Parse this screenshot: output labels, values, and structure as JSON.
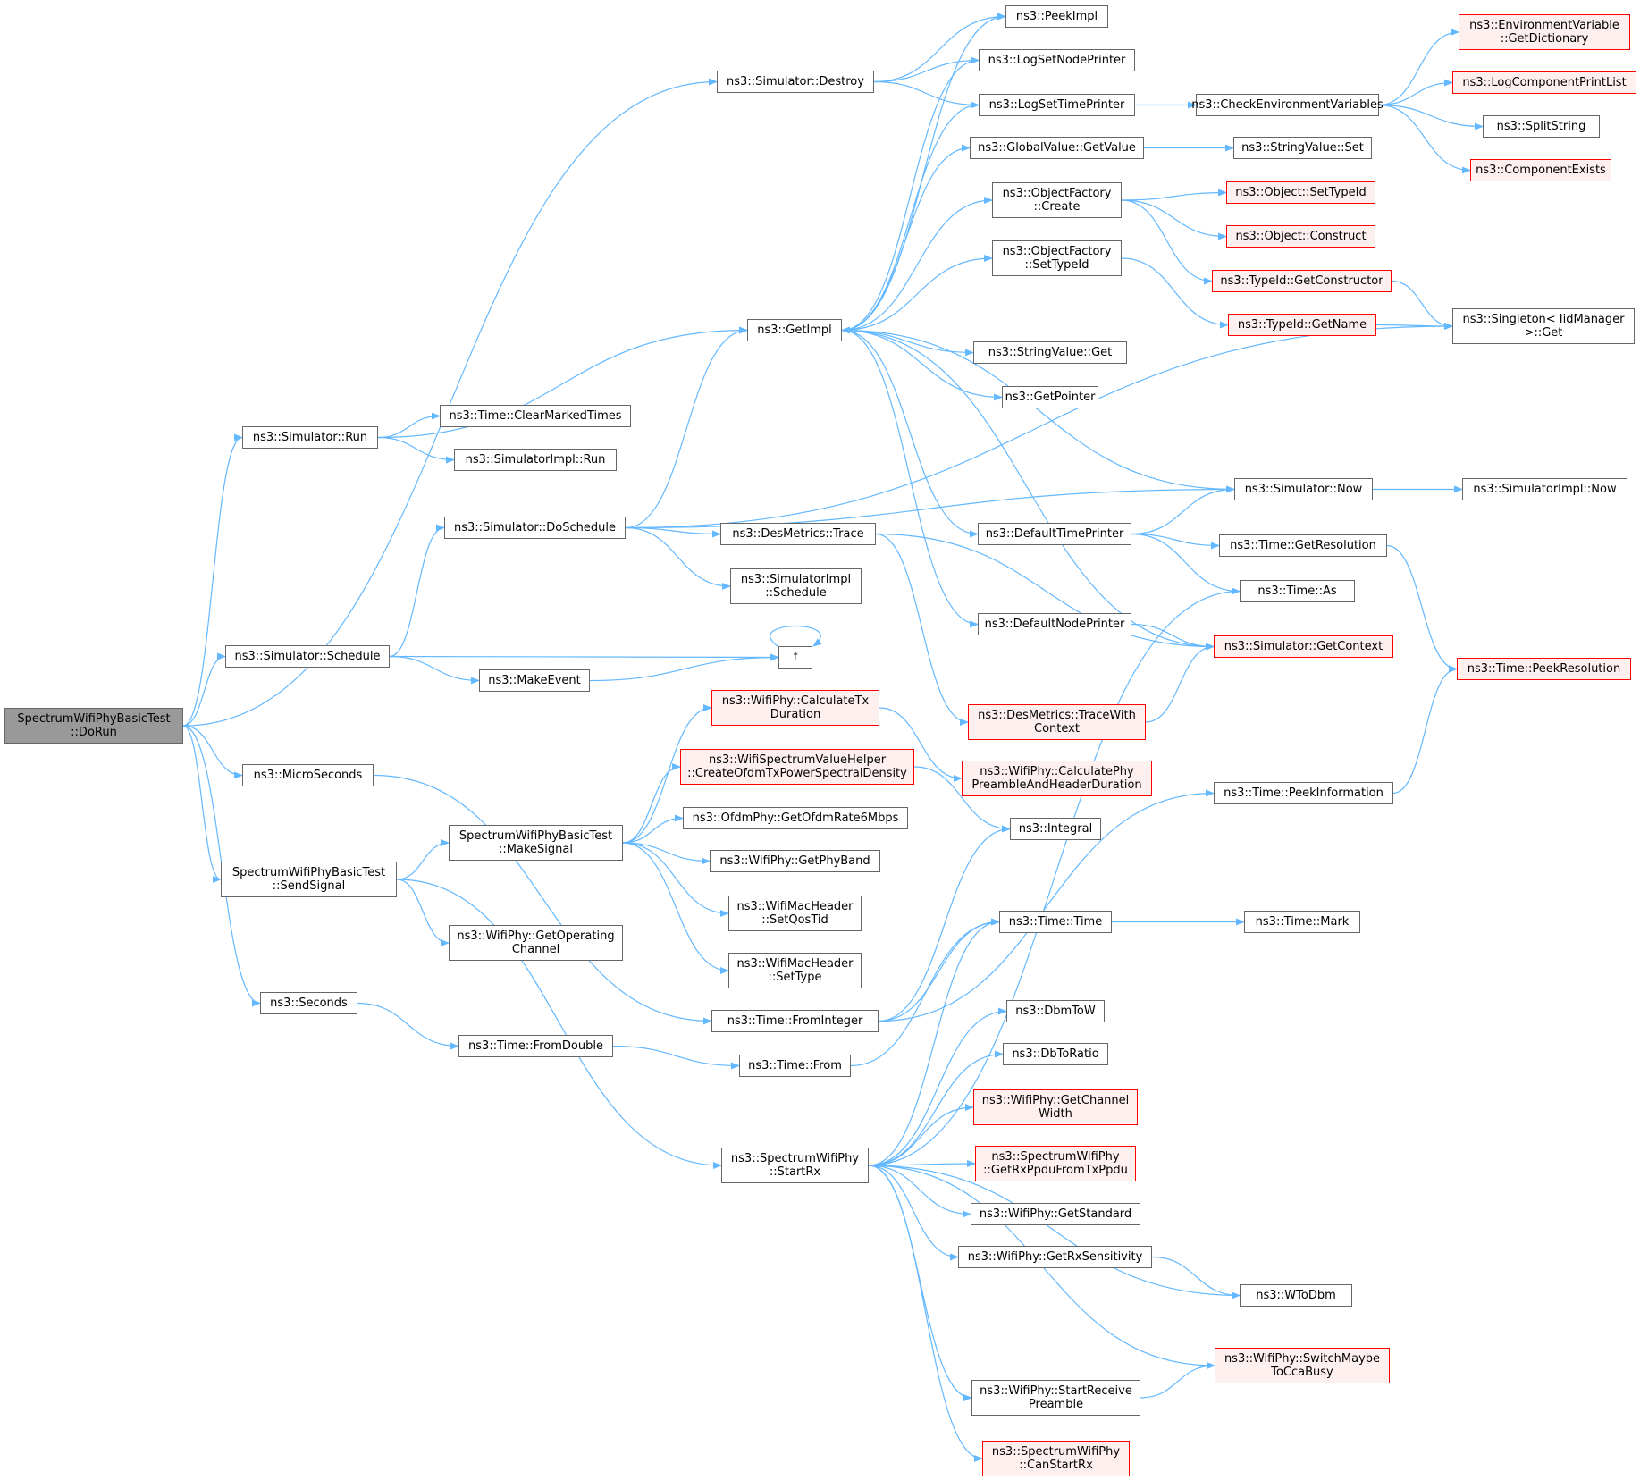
{
  "colors": {
    "edge": "#63b8ff",
    "node_border": "#666666",
    "node_fill": "#ffffff",
    "red_border": "#ff0000",
    "red_fill": "#fff0f0",
    "root_fill": "#999999"
  },
  "nodes": [
    {
      "id": "dorun",
      "label": [
        "SpectrumWifiPhyBasicTest",
        "::DoRun"
      ],
      "style": "root"
    },
    {
      "id": "sim_destroy",
      "label": [
        "ns3::Simulator::Destroy"
      ],
      "style": "normal"
    },
    {
      "id": "sim_run",
      "label": [
        "ns3::Simulator::Run"
      ],
      "style": "normal"
    },
    {
      "id": "sim_schedule",
      "label": [
        "ns3::Simulator::Schedule"
      ],
      "style": "normal"
    },
    {
      "id": "microseconds",
      "label": [
        "ns3::MicroSeconds"
      ],
      "style": "normal"
    },
    {
      "id": "sendsignal",
      "label": [
        "SpectrumWifiPhyBasicTest",
        "::SendSignal"
      ],
      "style": "normal"
    },
    {
      "id": "seconds",
      "label": [
        "ns3::Seconds"
      ],
      "style": "normal"
    },
    {
      "id": "peekimpl",
      "label": [
        "ns3::PeekImpl"
      ],
      "style": "normal"
    },
    {
      "id": "logsetnode",
      "label": [
        "ns3::LogSetNodePrinter"
      ],
      "style": "normal"
    },
    {
      "id": "logsettime",
      "label": [
        "ns3::LogSetTimePrinter"
      ],
      "style": "normal"
    },
    {
      "id": "globalvalue",
      "label": [
        "ns3::GlobalValue::GetValue"
      ],
      "style": "normal"
    },
    {
      "id": "objf_create",
      "label": [
        "ns3::ObjectFactory",
        "::Create"
      ],
      "style": "normal"
    },
    {
      "id": "objf_settypeid",
      "label": [
        "ns3::ObjectFactory",
        "::SetTypeId"
      ],
      "style": "normal"
    },
    {
      "id": "getimpl",
      "label": [
        "ns3::GetImpl"
      ],
      "style": "normal"
    },
    {
      "id": "stringvalue_get",
      "label": [
        "ns3::StringValue::Get"
      ],
      "style": "normal"
    },
    {
      "id": "getpointer",
      "label": [
        "ns3::GetPointer"
      ],
      "style": "normal"
    },
    {
      "id": "cleartimes",
      "label": [
        "ns3::Time::ClearMarkedTimes"
      ],
      "style": "normal"
    },
    {
      "id": "simimpl_run",
      "label": [
        "ns3::SimulatorImpl::Run"
      ],
      "style": "normal"
    },
    {
      "id": "doschedule",
      "label": [
        "ns3::Simulator::DoSchedule"
      ],
      "style": "normal"
    },
    {
      "id": "desmetrics_trace",
      "label": [
        "ns3::DesMetrics::Trace"
      ],
      "style": "normal"
    },
    {
      "id": "simimpl_schedule",
      "label": [
        "ns3::SimulatorImpl",
        "::Schedule"
      ],
      "style": "normal"
    },
    {
      "id": "f",
      "label": [
        "f"
      ],
      "style": "normal"
    },
    {
      "id": "makeevent",
      "label": [
        "ns3::MakeEvent"
      ],
      "style": "normal"
    },
    {
      "id": "calctx",
      "label": [
        "ns3::WifiPhy::CalculateTx",
        "Duration"
      ],
      "style": "red"
    },
    {
      "id": "createofdm",
      "label": [
        "ns3::WifiSpectrumValueHelper",
        "::CreateOfdmTxPowerSpectralDensity"
      ],
      "style": "red"
    },
    {
      "id": "makesignal",
      "label": [
        "SpectrumWifiPhyBasicTest",
        "::MakeSignal"
      ],
      "style": "normal"
    },
    {
      "id": "ofdmrate",
      "label": [
        "ns3::OfdmPhy::GetOfdmRate6Mbps"
      ],
      "style": "normal"
    },
    {
      "id": "getphyband",
      "label": [
        "ns3::WifiPhy::GetPhyBand"
      ],
      "style": "normal"
    },
    {
      "id": "setqostid",
      "label": [
        "ns3::WifiMacHeader",
        "::SetQosTid"
      ],
      "style": "normal"
    },
    {
      "id": "settype",
      "label": [
        "ns3::WifiMacHeader",
        "::SetType"
      ],
      "style": "normal"
    },
    {
      "id": "getopchannel",
      "label": [
        "ns3::WifiPhy::GetOperating",
        "Channel"
      ],
      "style": "normal"
    },
    {
      "id": "frominteger",
      "label": [
        "ns3::Time::FromInteger"
      ],
      "style": "normal"
    },
    {
      "id": "fromdouble",
      "label": [
        "ns3::Time::FromDouble"
      ],
      "style": "normal"
    },
    {
      "id": "time_from",
      "label": [
        "ns3::Time::From"
      ],
      "style": "normal"
    },
    {
      "id": "startrx",
      "label": [
        "ns3::SpectrumWifiPhy",
        "::StartRx"
      ],
      "style": "normal"
    },
    {
      "id": "defaulttime",
      "label": [
        "ns3::DefaultTimePrinter"
      ],
      "style": "normal"
    },
    {
      "id": "defaultnode",
      "label": [
        "ns3::DefaultNodePrinter"
      ],
      "style": "normal"
    },
    {
      "id": "tracewithctx",
      "label": [
        "ns3::DesMetrics::TraceWith",
        "Context"
      ],
      "style": "red"
    },
    {
      "id": "calcpreamble",
      "label": [
        "ns3::WifiPhy::CalculatePhy",
        "PreambleAndHeaderDuration"
      ],
      "style": "red"
    },
    {
      "id": "integral",
      "label": [
        "ns3::Integral"
      ],
      "style": "normal"
    },
    {
      "id": "time_time",
      "label": [
        "ns3::Time::Time"
      ],
      "style": "normal"
    },
    {
      "id": "dbmtow",
      "label": [
        "ns3::DbmToW"
      ],
      "style": "normal"
    },
    {
      "id": "dbtoratio",
      "label": [
        "ns3::DbToRatio"
      ],
      "style": "normal"
    },
    {
      "id": "getchwidth",
      "label": [
        "ns3::WifiPhy::GetChannel",
        "Width"
      ],
      "style": "red"
    },
    {
      "id": "getrxppdu",
      "label": [
        "ns3::SpectrumWifiPhy",
        "::GetRxPpduFromTxPpdu"
      ],
      "style": "red"
    },
    {
      "id": "getstandard",
      "label": [
        "ns3::WifiPhy::GetStandard"
      ],
      "style": "normal"
    },
    {
      "id": "getrxsens",
      "label": [
        "ns3::WifiPhy::GetRxSensitivity"
      ],
      "style": "normal"
    },
    {
      "id": "startpreamble",
      "label": [
        "ns3::WifiPhy::StartReceive",
        "Preamble"
      ],
      "style": "normal"
    },
    {
      "id": "canstartrx",
      "label": [
        "ns3::SpectrumWifiPhy",
        "::CanStartRx"
      ],
      "style": "red"
    },
    {
      "id": "checkenv",
      "label": [
        "ns3::CheckEnvironmentVariables"
      ],
      "style": "normal"
    },
    {
      "id": "stringvalue_set",
      "label": [
        "ns3::StringValue::Set"
      ],
      "style": "normal"
    },
    {
      "id": "obj_settypeid",
      "label": [
        "ns3::Object::SetTypeId"
      ],
      "style": "red"
    },
    {
      "id": "obj_construct",
      "label": [
        "ns3::Object::Construct"
      ],
      "style": "red"
    },
    {
      "id": "typeid_getctor",
      "label": [
        "ns3::TypeId::GetConstructor"
      ],
      "style": "red"
    },
    {
      "id": "typeid_getname",
      "label": [
        "ns3::TypeId::GetName"
      ],
      "style": "red"
    },
    {
      "id": "sim_now",
      "label": [
        "ns3::Simulator::Now"
      ],
      "style": "normal"
    },
    {
      "id": "time_getres",
      "label": [
        "ns3::Time::GetResolution"
      ],
      "style": "normal"
    },
    {
      "id": "time_as",
      "label": [
        "ns3::Time::As"
      ],
      "style": "normal"
    },
    {
      "id": "sim_getctx",
      "label": [
        "ns3::Simulator::GetContext"
      ],
      "style": "red"
    },
    {
      "id": "peekinfo",
      "label": [
        "ns3::Time::PeekInformation"
      ],
      "style": "normal"
    },
    {
      "id": "time_mark",
      "label": [
        "ns3::Time::Mark"
      ],
      "style": "normal"
    },
    {
      "id": "wtodbm",
      "label": [
        "ns3::WToDbm"
      ],
      "style": "normal"
    },
    {
      "id": "switchcca",
      "label": [
        "ns3::WifiPhy::SwitchMaybe",
        "ToCcaBusy"
      ],
      "style": "red"
    },
    {
      "id": "envgetdict",
      "label": [
        "ns3::EnvironmentVariable",
        "::GetDictionary"
      ],
      "style": "red"
    },
    {
      "id": "logcompprint",
      "label": [
        "ns3::LogComponentPrintList"
      ],
      "style": "red"
    },
    {
      "id": "splitstring",
      "label": [
        "ns3::SplitString"
      ],
      "style": "normal"
    },
    {
      "id": "compexists",
      "label": [
        "ns3::ComponentExists"
      ],
      "style": "red"
    },
    {
      "id": "singleton_get",
      "label": [
        "ns3::Singleton< IidManager",
        ">::Get"
      ],
      "style": "normal"
    },
    {
      "id": "simimpl_now",
      "label": [
        "ns3::SimulatorImpl::Now"
      ],
      "style": "normal"
    },
    {
      "id": "peekres",
      "label": [
        "ns3::Time::PeekResolution"
      ],
      "style": "red"
    }
  ],
  "edges": [
    [
      "dorun",
      "sim_destroy"
    ],
    [
      "dorun",
      "sim_run"
    ],
    [
      "dorun",
      "sim_schedule"
    ],
    [
      "dorun",
      "microseconds"
    ],
    [
      "dorun",
      "sendsignal"
    ],
    [
      "dorun",
      "seconds"
    ],
    [
      "sim_destroy",
      "peekimpl"
    ],
    [
      "sim_destroy",
      "logsetnode"
    ],
    [
      "sim_destroy",
      "logsettime"
    ],
    [
      "sim_run",
      "getimpl"
    ],
    [
      "sim_run",
      "cleartimes"
    ],
    [
      "sim_run",
      "simimpl_run"
    ],
    [
      "sim_schedule",
      "doschedule"
    ],
    [
      "sim_schedule",
      "f"
    ],
    [
      "sim_schedule",
      "makeevent"
    ],
    [
      "microseconds",
      "frominteger"
    ],
    [
      "sendsignal",
      "makesignal"
    ],
    [
      "sendsignal",
      "getopchannel"
    ],
    [
      "sendsignal",
      "startrx"
    ],
    [
      "seconds",
      "fromdouble"
    ],
    [
      "getimpl",
      "peekimpl"
    ],
    [
      "getimpl",
      "logsetnode"
    ],
    [
      "getimpl",
      "logsettime"
    ],
    [
      "getimpl",
      "globalvalue"
    ],
    [
      "getimpl",
      "objf_create"
    ],
    [
      "getimpl",
      "objf_settypeid"
    ],
    [
      "getimpl",
      "stringvalue_get"
    ],
    [
      "getimpl",
      "getpointer"
    ],
    [
      "getimpl",
      "defaulttime"
    ],
    [
      "getimpl",
      "defaultnode"
    ],
    [
      "logsettime",
      "checkenv"
    ],
    [
      "globalvalue",
      "stringvalue_set"
    ],
    [
      "objf_create",
      "obj_settypeid"
    ],
    [
      "objf_create",
      "obj_construct"
    ],
    [
      "objf_create",
      "typeid_getctor"
    ],
    [
      "objf_settypeid",
      "typeid_getname"
    ],
    [
      "doschedule",
      "getimpl"
    ],
    [
      "doschedule",
      "singleton_get"
    ],
    [
      "doschedule",
      "sim_now"
    ],
    [
      "doschedule",
      "desmetrics_trace"
    ],
    [
      "doschedule",
      "simimpl_schedule"
    ],
    [
      "desmetrics_trace",
      "tracewithctx"
    ],
    [
      "desmetrics_trace",
      "sim_getctx"
    ],
    [
      "f",
      "f"
    ],
    [
      "makeevent",
      "f"
    ],
    [
      "makesignal",
      "calctx"
    ],
    [
      "makesignal",
      "createofdm"
    ],
    [
      "makesignal",
      "ofdmrate"
    ],
    [
      "makesignal",
      "getphyband"
    ],
    [
      "makesignal",
      "setqostid"
    ],
    [
      "makesignal",
      "settype"
    ],
    [
      "calctx",
      "calcpreamble"
    ],
    [
      "createofdm",
      "integral"
    ],
    [
      "frominteger",
      "integral"
    ],
    [
      "frominteger",
      "peekinfo"
    ],
    [
      "frominteger",
      "time_time"
    ],
    [
      "fromdouble",
      "time_from"
    ],
    [
      "time_from",
      "time_time"
    ],
    [
      "startrx",
      "time_time"
    ],
    [
      "startrx",
      "time_as"
    ],
    [
      "startrx",
      "dbmtow"
    ],
    [
      "startrx",
      "dbtoratio"
    ],
    [
      "startrx",
      "getchwidth"
    ],
    [
      "startrx",
      "getrxppdu"
    ],
    [
      "startrx",
      "getstandard"
    ],
    [
      "startrx",
      "getrxsens"
    ],
    [
      "startrx",
      "wtodbm"
    ],
    [
      "startrx",
      "switchcca"
    ],
    [
      "startrx",
      "startpreamble"
    ],
    [
      "startrx",
      "canstartrx"
    ],
    [
      "defaulttime",
      "sim_now"
    ],
    [
      "defaulttime",
      "time_getres"
    ],
    [
      "defaulttime",
      "time_as"
    ],
    [
      "defaultnode",
      "sim_getctx"
    ],
    [
      "tracewithctx",
      "sim_getctx"
    ],
    [
      "sim_getctx",
      "getimpl"
    ],
    [
      "checkenv",
      "envgetdict"
    ],
    [
      "checkenv",
      "logcompprint"
    ],
    [
      "checkenv",
      "splitstring"
    ],
    [
      "checkenv",
      "compexists"
    ],
    [
      "typeid_getctor",
      "singleton_get"
    ],
    [
      "typeid_getname",
      "singleton_get"
    ],
    [
      "sim_now",
      "getimpl"
    ],
    [
      "sim_now",
      "simimpl_now"
    ],
    [
      "time_getres",
      "peekres"
    ],
    [
      "peekinfo",
      "peekres"
    ],
    [
      "time_time",
      "time_mark"
    ],
    [
      "getrxsens",
      "wtodbm"
    ],
    [
      "startpreamble",
      "switchcca"
    ]
  ]
}
